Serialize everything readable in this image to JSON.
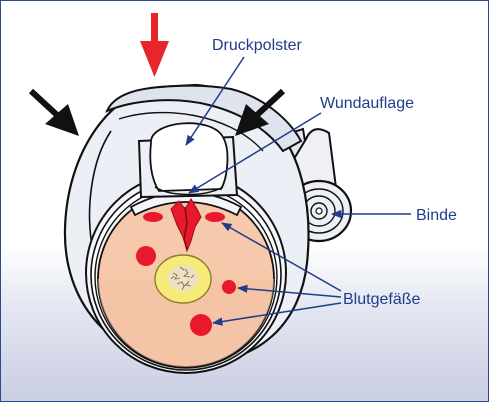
{
  "labels": {
    "pressure_pad": "Druckpolster",
    "wound_dressing": "Wundauflage",
    "bandage": "Binde",
    "blood_vessels": "Blutgefäße"
  },
  "colors": {
    "pressure_arrow": "#e8252b",
    "force_arrows": "#111111",
    "label_text": "#1f3d8a",
    "leader_lines": "#1f3d8a",
    "bandage": "#eceff6",
    "tissue": "#f7c9ac",
    "blood_vessel": "#e8192c",
    "bone": "#f5ea7a",
    "frame": "#2e4a8f"
  },
  "icons": {
    "pressure_arrow": "arrow-down",
    "force_arrows": "arrow-diagonal"
  }
}
